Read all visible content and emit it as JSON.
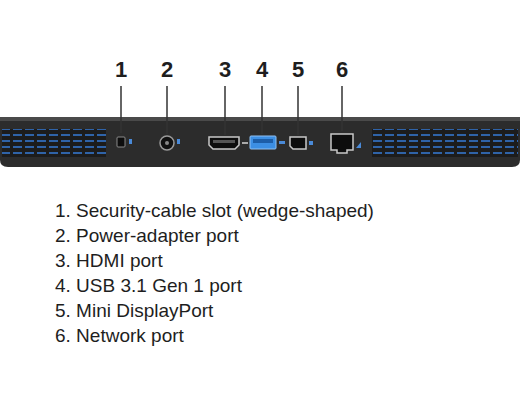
{
  "diagram": {
    "labels": [
      "1",
      "2",
      "3",
      "4",
      "5",
      "6",
      "1. Security-cable slot (wedge-shaped)",
      "2. Power-adapter port",
      "3. HDMI port",
      "4. USB 3.1 Gen 1 port",
      "5. Mini DisplayPort",
      "6. Network port"
    ]
  }
}
